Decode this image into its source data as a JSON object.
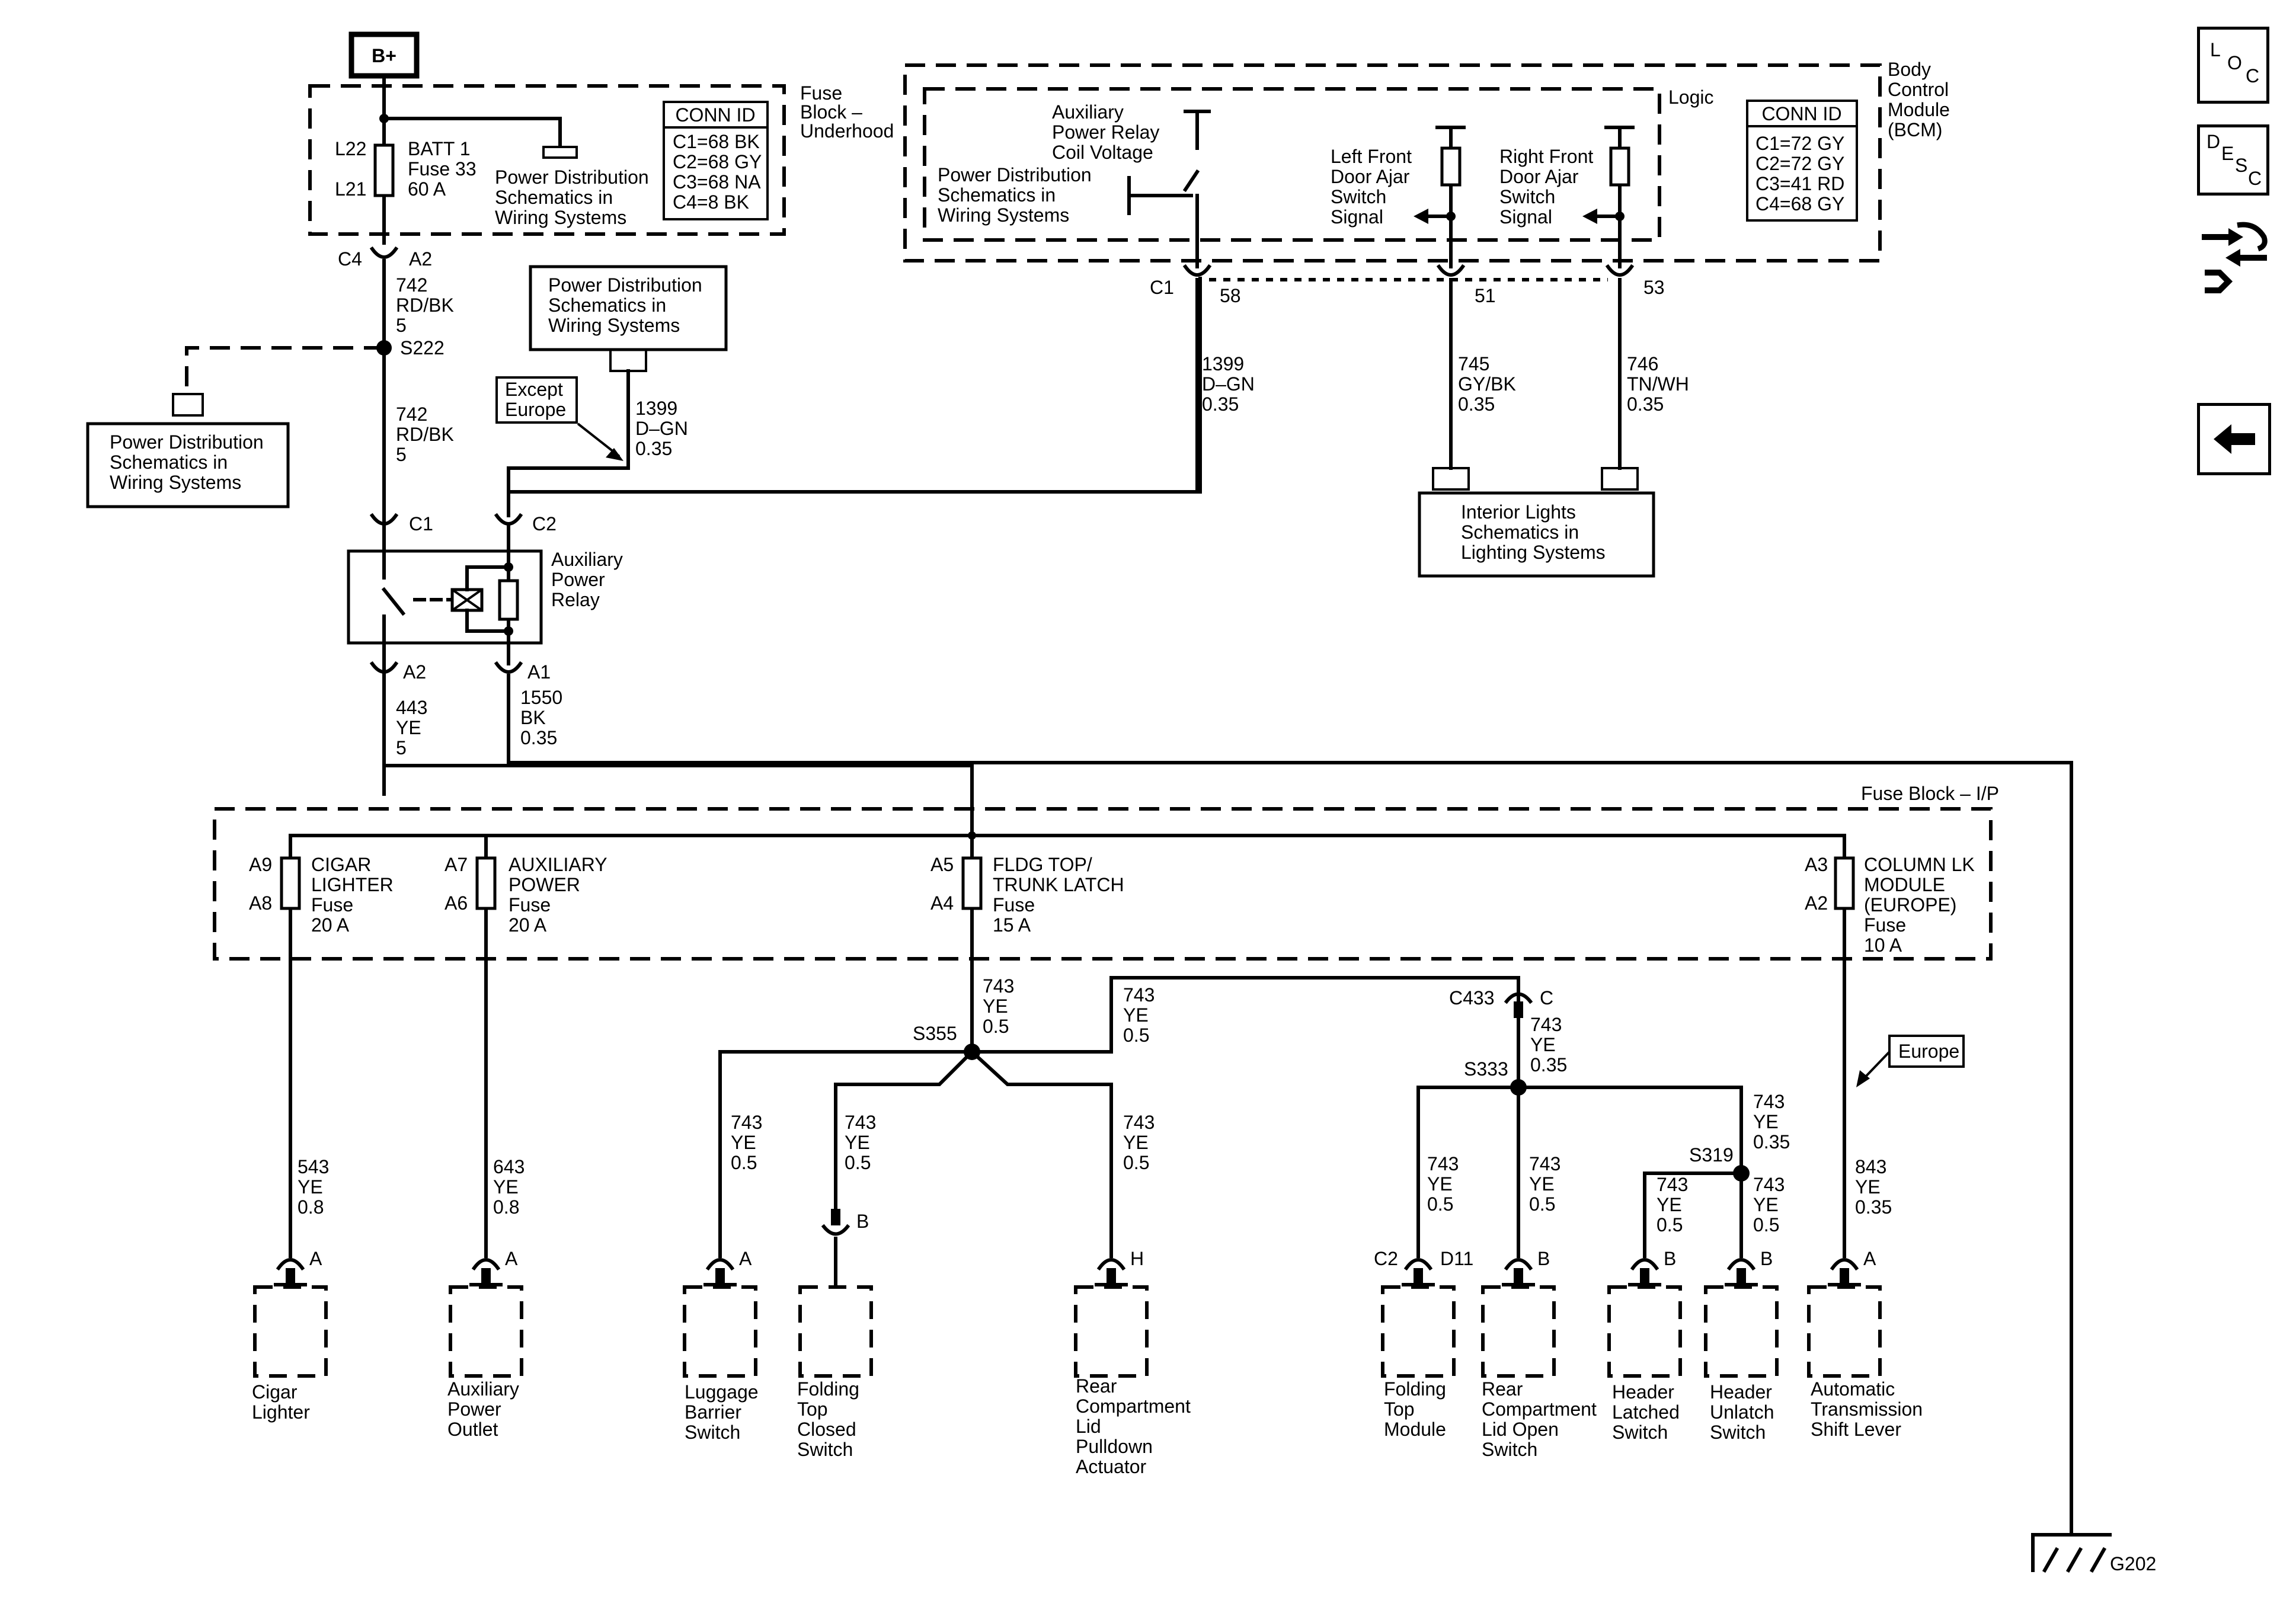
{
  "labels": {
    "bplus": "B+",
    "fuse_block_underhood": [
      "Fuse",
      "Block –",
      "Underhood"
    ],
    "conn_id_title": "CONN ID",
    "conn_ubh": [
      "C1=68 BK",
      "C2=68 GY",
      "C3=68 NA",
      "C4=8 BK"
    ],
    "conn_bcm": [
      "C1=72 GY",
      "C2=72 GY",
      "C3=41 RD",
      "C4=68 GY"
    ],
    "batt_fuse": [
      "BATT 1",
      "Fuse 33",
      "60 A"
    ],
    "l22": "L22",
    "l21": "L21",
    "pds": [
      "Power Distribution",
      "Schematics in",
      "Wiring Systems"
    ],
    "c4": "C4",
    "a2": "A2",
    "w742": [
      "742",
      "RD/BK",
      "5"
    ],
    "s222": "S222",
    "except_europe": [
      "Except",
      "Europe"
    ],
    "w1399_a": [
      "1399",
      "D–GN",
      "0.35"
    ],
    "c1": "C1",
    "c2": "C2",
    "relay": [
      "Auxiliary",
      "Power",
      "Relay"
    ],
    "a1": "A1",
    "w443": [
      "443",
      "YE",
      "5"
    ],
    "w1550": [
      "1550",
      "BK",
      "0.35"
    ],
    "bcm": [
      "Body",
      "Control",
      "Module",
      "(BCM)"
    ],
    "logic": "Logic",
    "aux_coil": [
      "Auxiliary",
      "Power Relay",
      "Coil Voltage"
    ],
    "lf_door": [
      "Left Front",
      "Door Ajar",
      "Switch",
      "Signal"
    ],
    "rf_door": [
      "Right Front",
      "Door Ajar",
      "Switch",
      "Signal"
    ],
    "pin58": "58",
    "pin51": "51",
    "pin53": "53",
    "w745": [
      "745",
      "GY/BK",
      "0.35"
    ],
    "w746": [
      "746",
      "TN/WH",
      "0.35"
    ],
    "interior": [
      "Interior Lights",
      "Schematics in",
      "Lighting Systems"
    ],
    "fuse_block_ip": "Fuse Block – I/P",
    "a9": "A9",
    "a8": "A8",
    "a7": "A7",
    "a6": "A6",
    "a5": "A5",
    "a4": "A4",
    "a3": "A3",
    "cigar_fuse": [
      "CIGAR",
      "LIGHTER",
      "Fuse",
      "20 A"
    ],
    "aux_fuse": [
      "AUXILIARY",
      "POWER",
      "Fuse",
      "20 A"
    ],
    "fldg_fuse": [
      "FLDG TOP/",
      "TRUNK LATCH",
      "Fuse",
      "15 A"
    ],
    "col_fuse": [
      "COLUMN LK",
      "MODULE",
      "(EUROPE)",
      "Fuse",
      "10 A"
    ],
    "w543": [
      "543",
      "YE",
      "0.8"
    ],
    "w643": [
      "643",
      "YE",
      "0.8"
    ],
    "w743_05": [
      "743",
      "YE",
      "0.5"
    ],
    "w743_035": [
      "743",
      "YE",
      "0.35"
    ],
    "w843": [
      "843",
      "YE",
      "0.35"
    ],
    "s355": "S355",
    "s333": "S333",
    "s319": "S319",
    "c433": "C433",
    "pin_a": "A",
    "pin_b": "B",
    "pin_c": "C",
    "pin_h": "H",
    "pin_d11": "D11",
    "europe": "Europe",
    "g202": "G202",
    "cigar_lighter": [
      "Cigar",
      "Lighter"
    ],
    "aux_outlet": [
      "Auxiliary",
      "Power",
      "Outlet"
    ],
    "luggage": [
      "Luggage",
      "Barrier",
      "Switch"
    ],
    "folding_closed": [
      "Folding",
      "Top",
      "Closed",
      "Switch"
    ],
    "rear_pulldown": [
      "Rear",
      "Compartment",
      "Lid",
      "Pulldown",
      "Actuator"
    ],
    "folding_module": [
      "Folding",
      "Top",
      "Module"
    ],
    "rear_lid_open": [
      "Rear",
      "Compartment",
      "Lid Open",
      "Switch"
    ],
    "header_latched": [
      "Header",
      "Latched",
      "Switch"
    ],
    "header_unlatch": [
      "Header",
      "Unlatch",
      "Switch"
    ],
    "auto_trans": [
      "Automatic",
      "Transmission",
      "Shift Lever"
    ]
  },
  "nav": {
    "loc": "LOC",
    "desc": "DESC",
    "connector_icon": "connector-icon",
    "back_icon": "back-arrow-icon"
  }
}
